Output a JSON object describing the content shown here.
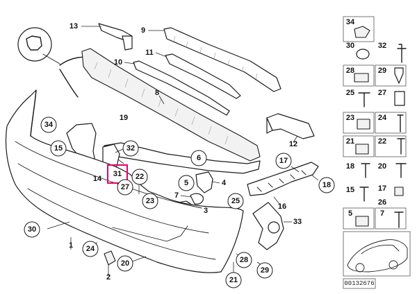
{
  "callouts": [
    {
      "label": "13"
    },
    {
      "label": "9"
    },
    {
      "label": "11"
    },
    {
      "label": "10"
    },
    {
      "label": "8"
    },
    {
      "label": "19"
    },
    {
      "label": "34"
    },
    {
      "label": "15"
    },
    {
      "label": "32"
    },
    {
      "label": "6"
    },
    {
      "label": "12"
    },
    {
      "label": "17"
    },
    {
      "label": "14"
    },
    {
      "label": "31"
    },
    {
      "label": "27"
    },
    {
      "label": "22"
    },
    {
      "label": "5"
    },
    {
      "label": "4"
    },
    {
      "label": "18"
    },
    {
      "label": "7"
    },
    {
      "label": "23"
    },
    {
      "label": "25"
    },
    {
      "label": "16"
    },
    {
      "label": "3"
    },
    {
      "label": "30"
    },
    {
      "label": "33"
    },
    {
      "label": "1"
    },
    {
      "label": "24"
    },
    {
      "label": "20"
    },
    {
      "label": "28"
    },
    {
      "label": "2"
    },
    {
      "label": "29"
    },
    {
      "label": "21"
    }
  ],
  "highlighted_callout": "31",
  "parts_index": [
    {
      "label": "34"
    },
    {
      "label": "30"
    },
    {
      "label": "32"
    },
    {
      "label": "28"
    },
    {
      "label": "29"
    },
    {
      "label": "25"
    },
    {
      "label": "27"
    },
    {
      "label": "23"
    },
    {
      "label": "24"
    },
    {
      "label": "21"
    },
    {
      "label": "22"
    },
    {
      "label": "18"
    },
    {
      "label": "20"
    },
    {
      "label": "15"
    },
    {
      "label": "17"
    },
    {
      "label": "26"
    },
    {
      "label": "5"
    },
    {
      "label": "7"
    }
  ],
  "reference_code": "00132676",
  "colors": {
    "highlight": "#e5006e",
    "line": "#1b1b1b",
    "panel_border": "#555555"
  }
}
